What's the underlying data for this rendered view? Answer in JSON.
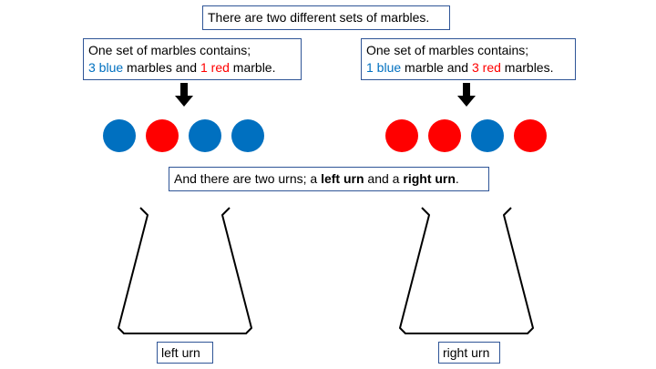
{
  "title": "There are two different sets of marbles.",
  "sets": [
    {
      "line1": "One set of marbles contains;",
      "count_a": "3 blue",
      "mid": " marbles and ",
      "count_b": "1 red",
      "tail": " marble."
    },
    {
      "line1": "One set of marbles contains;",
      "count_a": "1 blue",
      "mid": " marble and ",
      "count_b": "3 red",
      "tail": " marbles."
    }
  ],
  "marbles": {
    "left": [
      "blue",
      "red",
      "blue",
      "blue"
    ],
    "right": [
      "red",
      "red",
      "blue",
      "red"
    ]
  },
  "urn_sentence": {
    "pre": "And there are two urns; a ",
    "left": "left urn",
    "mid": " and a ",
    "right": "right urn",
    "post": "."
  },
  "urn_labels": {
    "left": "left urn",
    "right": "right urn"
  },
  "colors": {
    "blue": "#0070c0",
    "red": "#ff0000",
    "box_border": "#2f5597"
  }
}
